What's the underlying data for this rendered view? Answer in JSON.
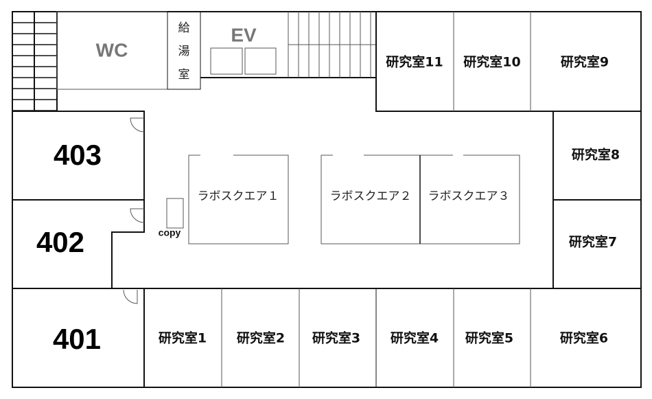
{
  "floor_plan": {
    "rooms_numbered": {
      "r403": "403",
      "r402": "402",
      "r401": "401"
    },
    "facilities": {
      "wc": "WC",
      "kitchen": [
        "給",
        "湯",
        "室"
      ],
      "elevator": "EV",
      "copy": "copy"
    },
    "lab_squares": [
      "ラボスクエア１",
      "ラボスクエア２",
      "ラボスクエア３"
    ],
    "labs": {
      "lab1": "研究室1",
      "lab2": "研究室2",
      "lab3": "研究室3",
      "lab4": "研究室4",
      "lab5": "研究室5",
      "lab6": "研究室6",
      "lab7": "研究室7",
      "lab8": "研究室8",
      "lab9": "研究室9",
      "lab10": "研究室10",
      "lab11": "研究室11"
    }
  }
}
